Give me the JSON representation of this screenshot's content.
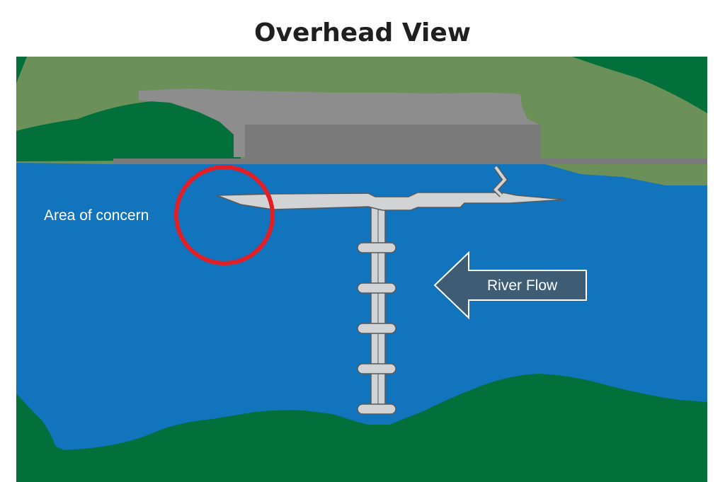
{
  "title": "Overhead View",
  "labels": {
    "area_of_concern": "Area of concern",
    "river_flow": "River Flow"
  },
  "colors": {
    "water": "#1174bd",
    "dark_green": "#03703b",
    "light_green": "#6b905a",
    "gray_light": "#8d8d8d",
    "gray_dark": "#7a7a7b",
    "structure_fill": "#d2d3d4",
    "structure_stroke": "#58595b",
    "circle_red": "#e31e24",
    "arrow_fill": "#3e5d74",
    "label_white": "#ffffff"
  }
}
